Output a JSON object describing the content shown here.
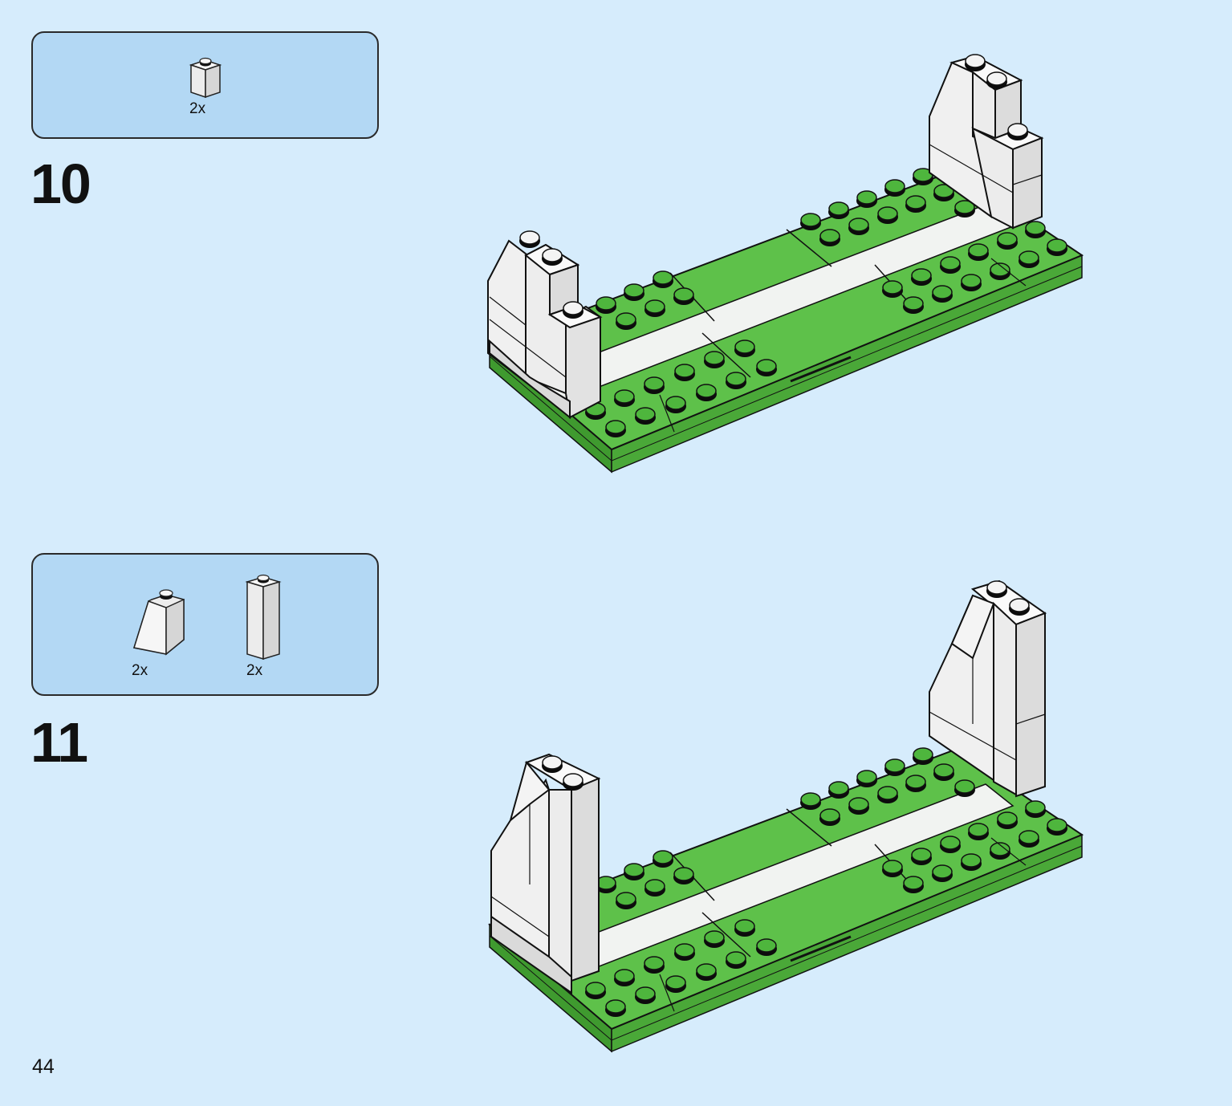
{
  "page_number": "44",
  "steps": [
    {
      "number": "10",
      "parts": [
        {
          "icon": "brick-1x1-white-icon",
          "qty": "2x"
        }
      ]
    },
    {
      "number": "11",
      "parts": [
        {
          "icon": "slope-1x1x2-white-icon",
          "qty": "2x"
        },
        {
          "icon": "brick-1x1x3-white-icon",
          "qty": "2x"
        }
      ]
    }
  ],
  "colors": {
    "background": "#d6ecfc",
    "parts_box": "#b3d8f4",
    "green": "#5ec14a",
    "white_brick": "#f2f2f2"
  }
}
